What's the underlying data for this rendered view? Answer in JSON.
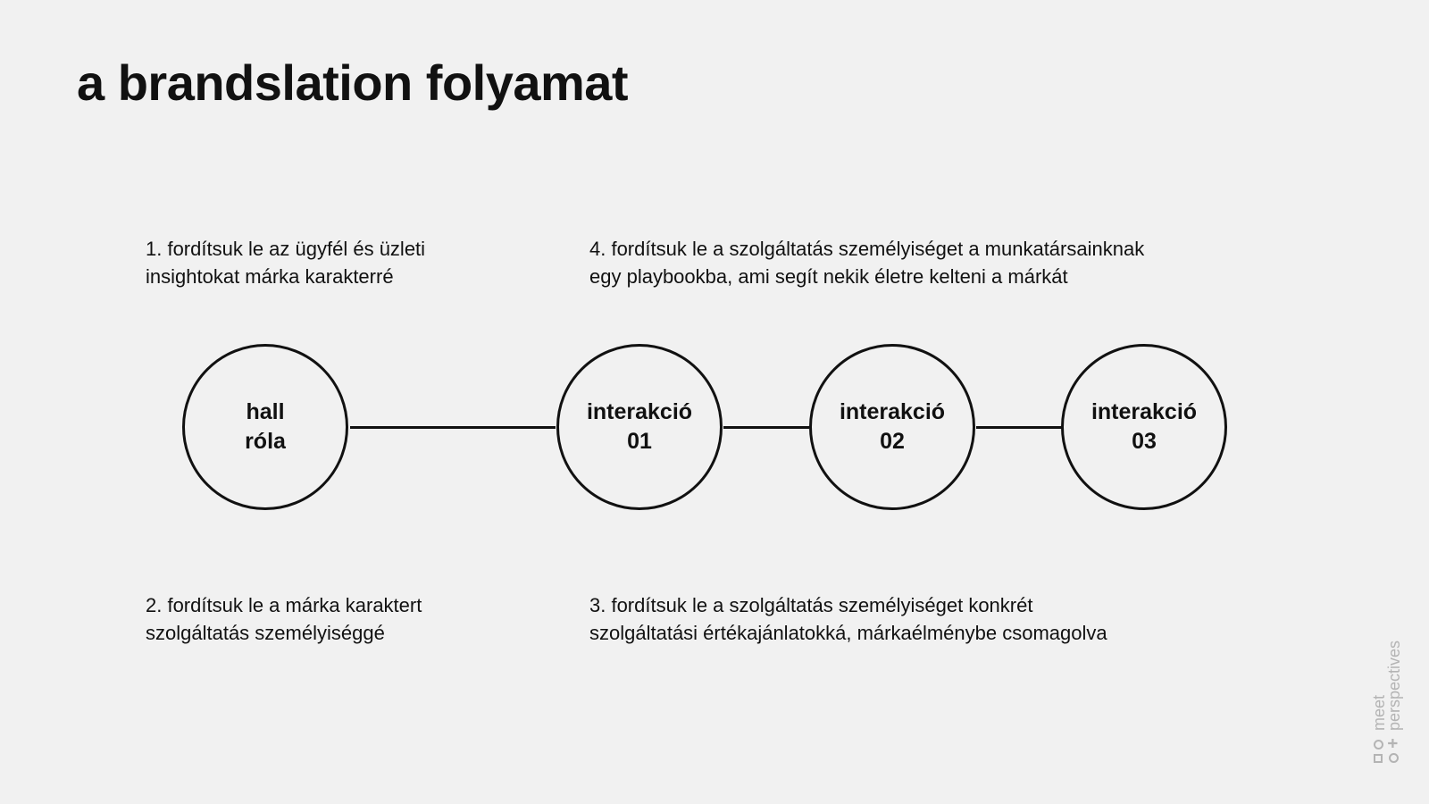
{
  "slide": {
    "title": "a brandslation folyamat"
  },
  "steps": [
    {
      "lines": [
        "1. fordítsuk le az ügyfél és üzleti",
        "insightokat márka karakterré"
      ]
    },
    {
      "lines": [
        "2. fordítsuk le a márka karaktert",
        "szolgáltatás személyiséggé"
      ]
    },
    {
      "lines": [
        "3. fordítsuk le a szolgáltatás személyiséget konkrét",
        "szolgáltatási értékajánlatokká, márkaélménybe csomagolva"
      ]
    },
    {
      "lines": [
        "4. fordítsuk le a szolgáltatás személyiséget a munkatársainknak",
        "egy playbookba, ami segít nekik életre kelteni a márkát"
      ]
    }
  ],
  "nodes": [
    {
      "lines": [
        "hall",
        "róla"
      ]
    },
    {
      "lines": [
        "interakció",
        "01"
      ]
    },
    {
      "lines": [
        "interakció",
        "02"
      ]
    },
    {
      "lines": [
        "interakció",
        "03"
      ]
    }
  ],
  "brand": {
    "lines": [
      "meet",
      "perspectives"
    ],
    "icon": "meet-perspectives-logo-icon",
    "color": "#b4b4b4"
  },
  "colors": {
    "background": "#f1f1f1",
    "ink": "#111111"
  }
}
